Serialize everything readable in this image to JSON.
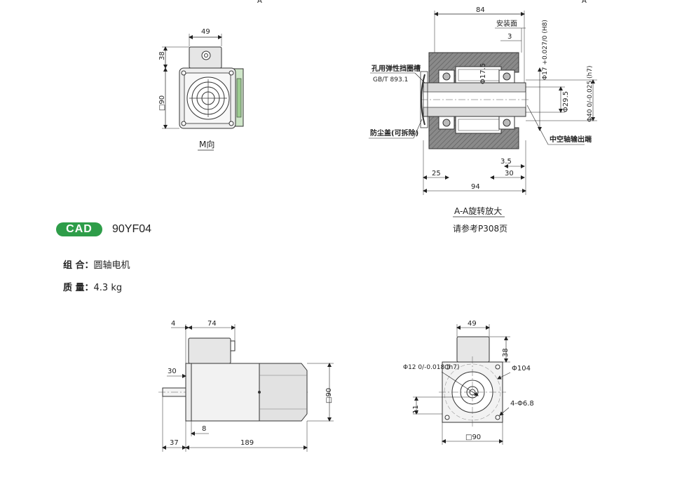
{
  "badge": "CAD",
  "model": "90YF04",
  "spec": {
    "combo_label": "组 合：",
    "combo_value": "圆轴电机",
    "mass_label": "质 量：",
    "mass_value": "4.3 kg"
  },
  "views": {
    "m_view": {
      "caption": "M向",
      "dims": {
        "width": "49",
        "height": "38",
        "square": "□90"
      }
    },
    "section_aa": {
      "caption": "A-A旋转放大",
      "note": "请参考P308页",
      "section_mark": "A",
      "dims": {
        "total": "84",
        "mount": "安装面",
        "d3": "3",
        "d17": "Φ17 +0.027/0 (H8)",
        "d175": "Φ17.5",
        "d295": "Φ29.5",
        "d40": "Φ40 0/-0.025 (h7)",
        "d35": "3.5",
        "d30": "30",
        "d25": "25",
        "d94": "94"
      },
      "callouts": {
        "ring": "孔用弹性挡圈槽",
        "std": "GB/T 893.1",
        "cover": "防尘盖(可拆除)",
        "hollow": "中空轴输出端"
      }
    },
    "side_view": {
      "dims": {
        "d4": "4",
        "d74": "74",
        "d30": "30",
        "d90": "□90",
        "d8": "8",
        "d37": "37",
        "d189": "189"
      }
    },
    "front_view": {
      "dims": {
        "d49": "49",
        "d38": "38",
        "shaft": "Φ12 0/-0.018 (h7)",
        "pcd": "Φ104",
        "holes": "4-Φ6.8",
        "key": "11",
        "square": "□90"
      }
    }
  }
}
